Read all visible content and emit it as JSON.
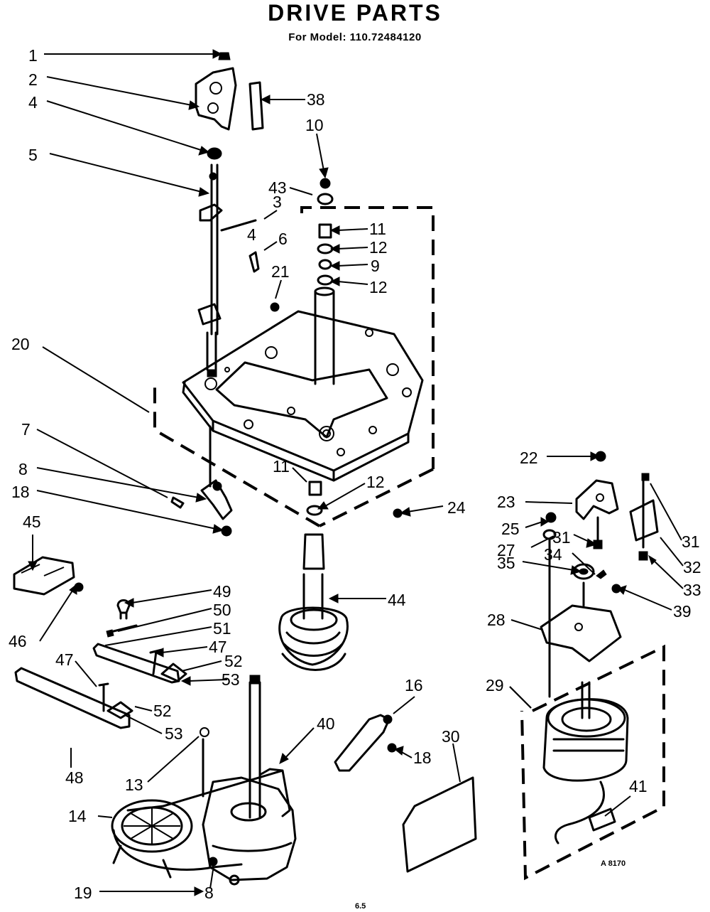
{
  "header": {
    "title": "DRIVE PARTS",
    "subtitle": "For Model: 110.72484120"
  },
  "labels": [
    {
      "id": "l1",
      "text": "1"
    },
    {
      "id": "l2",
      "text": "2"
    },
    {
      "id": "l4a",
      "text": "4"
    },
    {
      "id": "l5",
      "text": "5"
    },
    {
      "id": "l38",
      "text": "38"
    },
    {
      "id": "l10",
      "text": "10"
    },
    {
      "id": "l43",
      "text": "43"
    },
    {
      "id": "l3",
      "text": "3"
    },
    {
      "id": "l4b",
      "text": "4"
    },
    {
      "id": "l6",
      "text": "6"
    },
    {
      "id": "l11a",
      "text": "11"
    },
    {
      "id": "l12a",
      "text": "12"
    },
    {
      "id": "l9",
      "text": "9"
    },
    {
      "id": "l12b",
      "text": "12"
    },
    {
      "id": "l21",
      "text": "21"
    },
    {
      "id": "l20",
      "text": "20"
    },
    {
      "id": "l7",
      "text": "7"
    },
    {
      "id": "l8a",
      "text": "8"
    },
    {
      "id": "l18a",
      "text": "18"
    },
    {
      "id": "l11b",
      "text": "11"
    },
    {
      "id": "l12c",
      "text": "12"
    },
    {
      "id": "l24",
      "text": "24"
    },
    {
      "id": "l22",
      "text": "22"
    },
    {
      "id": "l23",
      "text": "23"
    },
    {
      "id": "l31a",
      "text": "31"
    },
    {
      "id": "l25",
      "text": "25"
    },
    {
      "id": "l27",
      "text": "27"
    },
    {
      "id": "l31b",
      "text": "31"
    },
    {
      "id": "l32",
      "text": "32"
    },
    {
      "id": "l34",
      "text": "34"
    },
    {
      "id": "l33",
      "text": "33"
    },
    {
      "id": "l35",
      "text": "35"
    },
    {
      "id": "l39",
      "text": "39"
    },
    {
      "id": "l28",
      "text": "28"
    },
    {
      "id": "l45",
      "text": "45"
    },
    {
      "id": "l44",
      "text": "44"
    },
    {
      "id": "l49",
      "text": "49"
    },
    {
      "id": "l50",
      "text": "50"
    },
    {
      "id": "l51",
      "text": "51"
    },
    {
      "id": "l46",
      "text": "46"
    },
    {
      "id": "l47a",
      "text": "47"
    },
    {
      "id": "l52a",
      "text": "52"
    },
    {
      "id": "l47b",
      "text": "47"
    },
    {
      "id": "l53a",
      "text": "53"
    },
    {
      "id": "l52b",
      "text": "52"
    },
    {
      "id": "l53b",
      "text": "53"
    },
    {
      "id": "l29",
      "text": "29"
    },
    {
      "id": "l16",
      "text": "16"
    },
    {
      "id": "l40",
      "text": "40"
    },
    {
      "id": "l30",
      "text": "30"
    },
    {
      "id": "l18b",
      "text": "18"
    },
    {
      "id": "l48",
      "text": "48"
    },
    {
      "id": "l13",
      "text": "13"
    },
    {
      "id": "l41",
      "text": "41"
    },
    {
      "id": "l14",
      "text": "14"
    },
    {
      "id": "l19",
      "text": "19"
    },
    {
      "id": "l8b",
      "text": "8"
    }
  ],
  "footer": {
    "code": "A 8170",
    "page": "6.5"
  }
}
